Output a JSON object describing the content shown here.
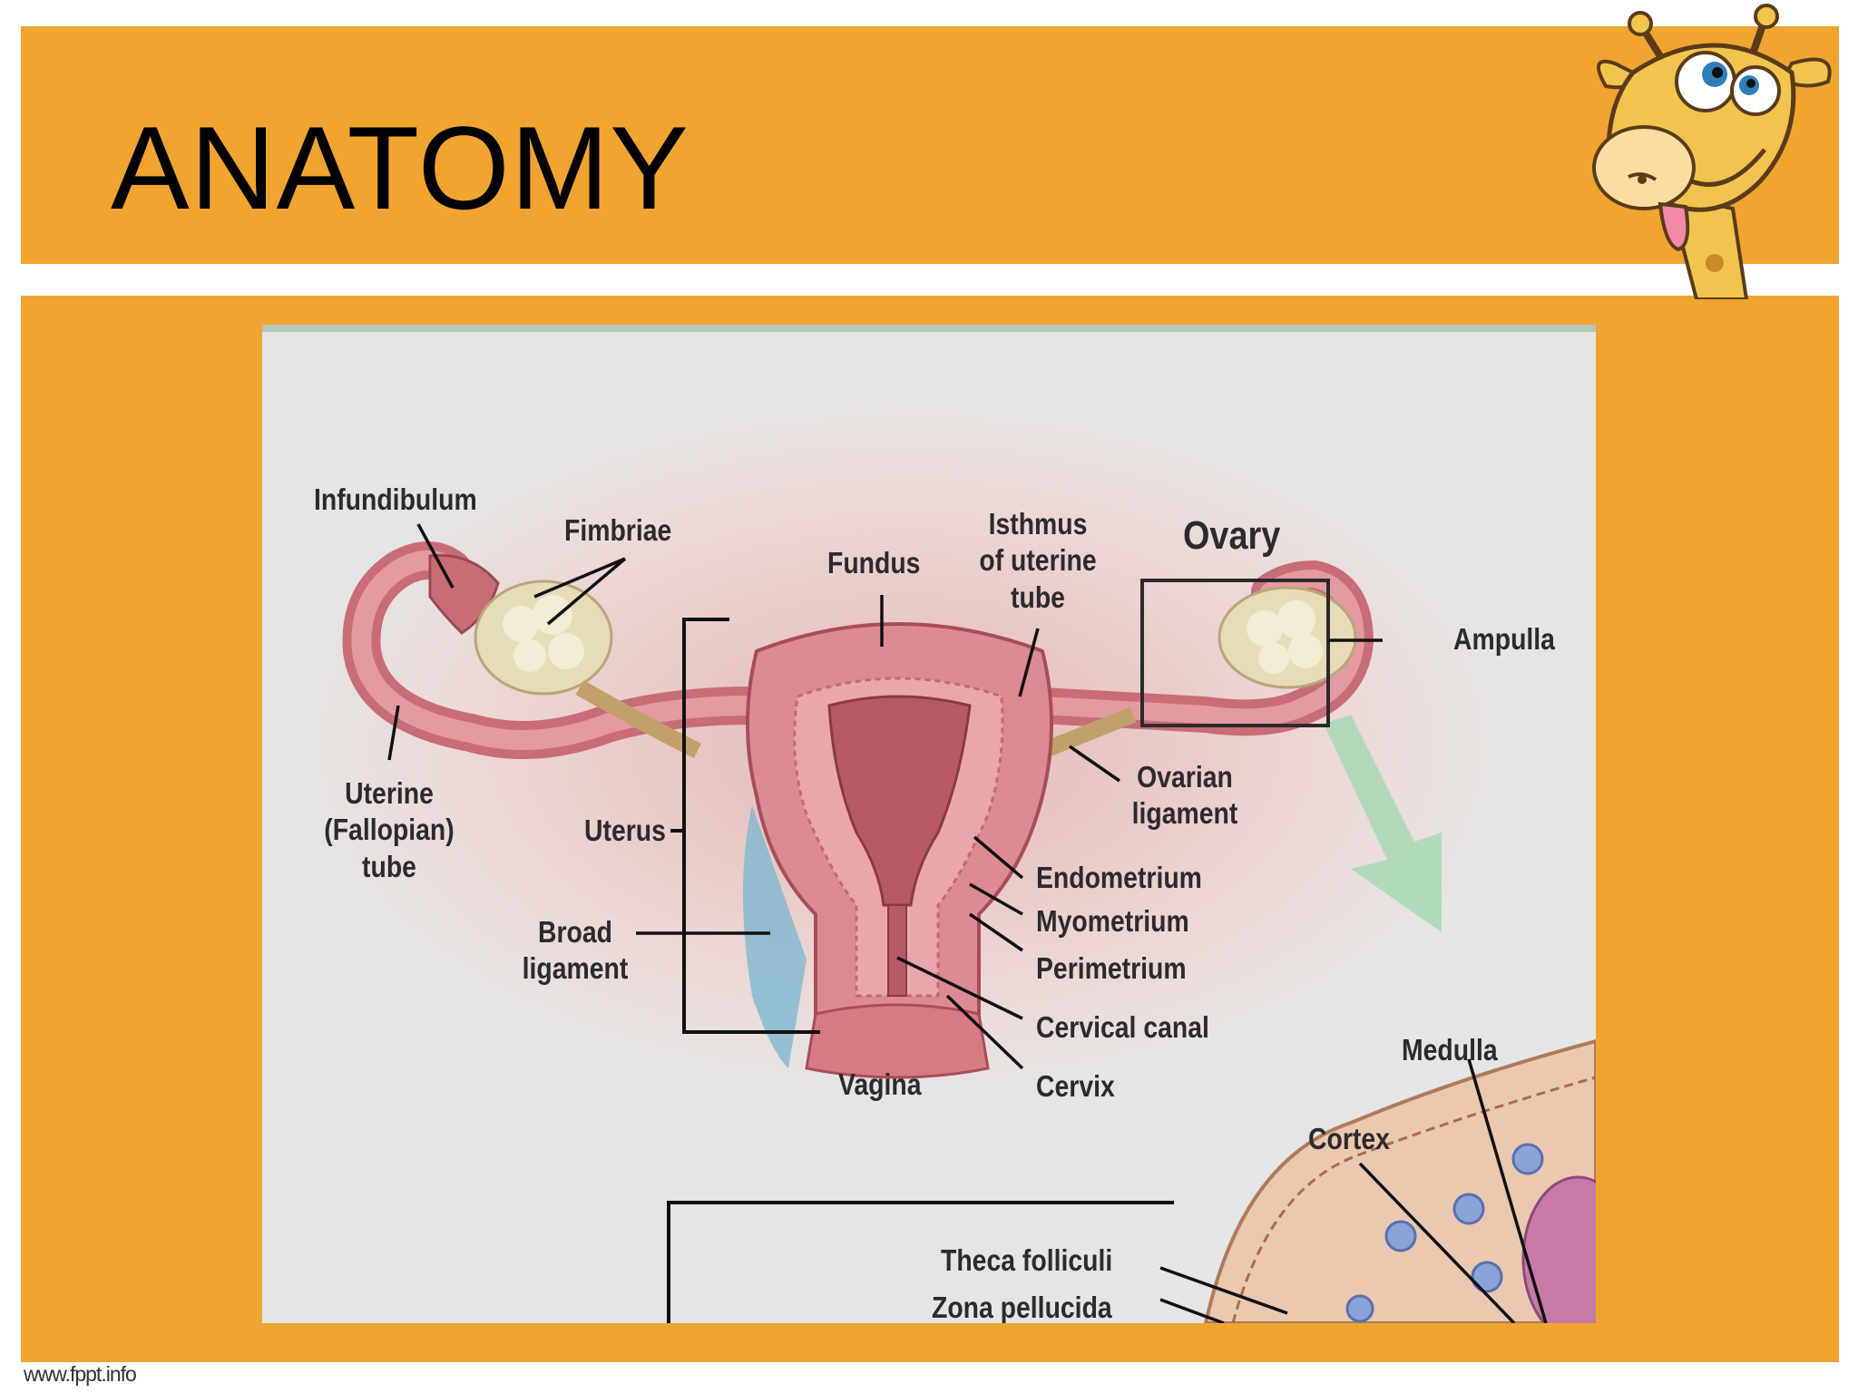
{
  "slide": {
    "title": "ANATOMY",
    "footer_url": "www.fppt.info"
  },
  "colors": {
    "accent_orange": "#f0a530",
    "background": "#ffffff",
    "tissue_pink": "#d9777e",
    "ovary_cream": "#e6dcb8"
  },
  "icons": {
    "mascot": "giraffe-mascot-icon"
  },
  "diagram": {
    "labels": {
      "infundibulum": "Infundibulum",
      "fimbriae": "Fimbriae",
      "fundus": "Fundus",
      "isthmus": "Isthmus\nof uterine\ntube",
      "ovary": "Ovary",
      "ampulla": "Ampulla",
      "uterine_tube": "Uterine\n(Fallopian)\ntube",
      "uterus": "Uterus",
      "ovarian_ligament": "Ovarian\nligament",
      "endometrium": "Endometrium",
      "myometrium": "Myometrium",
      "perimetrium": "Perimetrium",
      "broad_ligament": "Broad\nligament",
      "cervical_canal": "Cervical canal",
      "vagina": "Vagina",
      "cervix": "Cervix",
      "medulla": "Medulla",
      "cortex": "Cortex",
      "theca_folliculi": "Theca folliculi",
      "zona_pellucida": "Zona pellucida"
    }
  }
}
